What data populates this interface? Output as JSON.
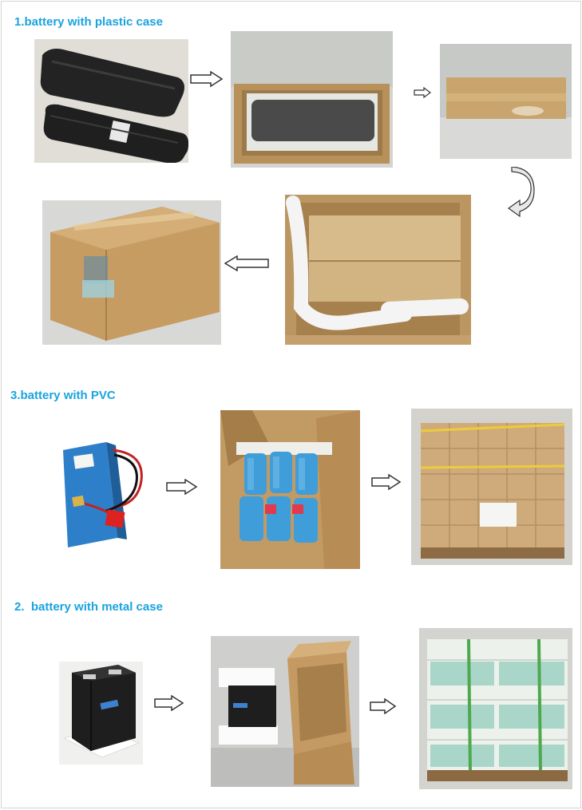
{
  "sections": [
    {
      "heading": "1.battery with plastic case"
    },
    {
      "heading": "3.battery with PVC"
    },
    {
      "heading": "2.  battery with metal case"
    }
  ],
  "colors": {
    "heading": "#1aa3e0",
    "cardboard": "#c9a46c",
    "pvc_blue": "#2e7fc9",
    "foam": "#f2f2f2"
  },
  "icons": [
    "right-arrow-icon",
    "left-arrow-icon",
    "curved-arrow-icon"
  ]
}
